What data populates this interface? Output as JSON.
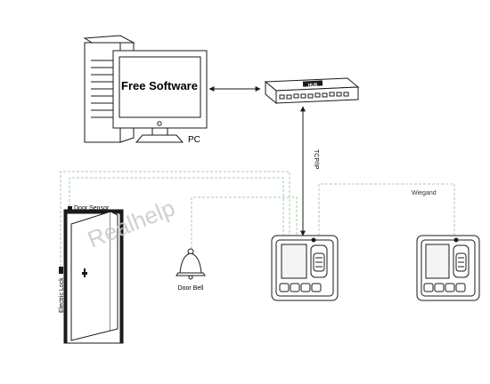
{
  "pc": {
    "screen_text": "Free Software",
    "label": "PC"
  },
  "hub": {
    "label": "HUB"
  },
  "network": {
    "tcpip_label": "TCP/IP"
  },
  "labels": {
    "door_sensor": "Door Sensor",
    "electric_lock": "Electric Lock",
    "door_bell": "Door Bell",
    "wiegand": "Wiegand"
  },
  "watermark": "Realhelp",
  "colors": {
    "line": "#1a1a1a",
    "wire_dashed": "#8cc08c",
    "watermark": "#c8c8c8"
  }
}
